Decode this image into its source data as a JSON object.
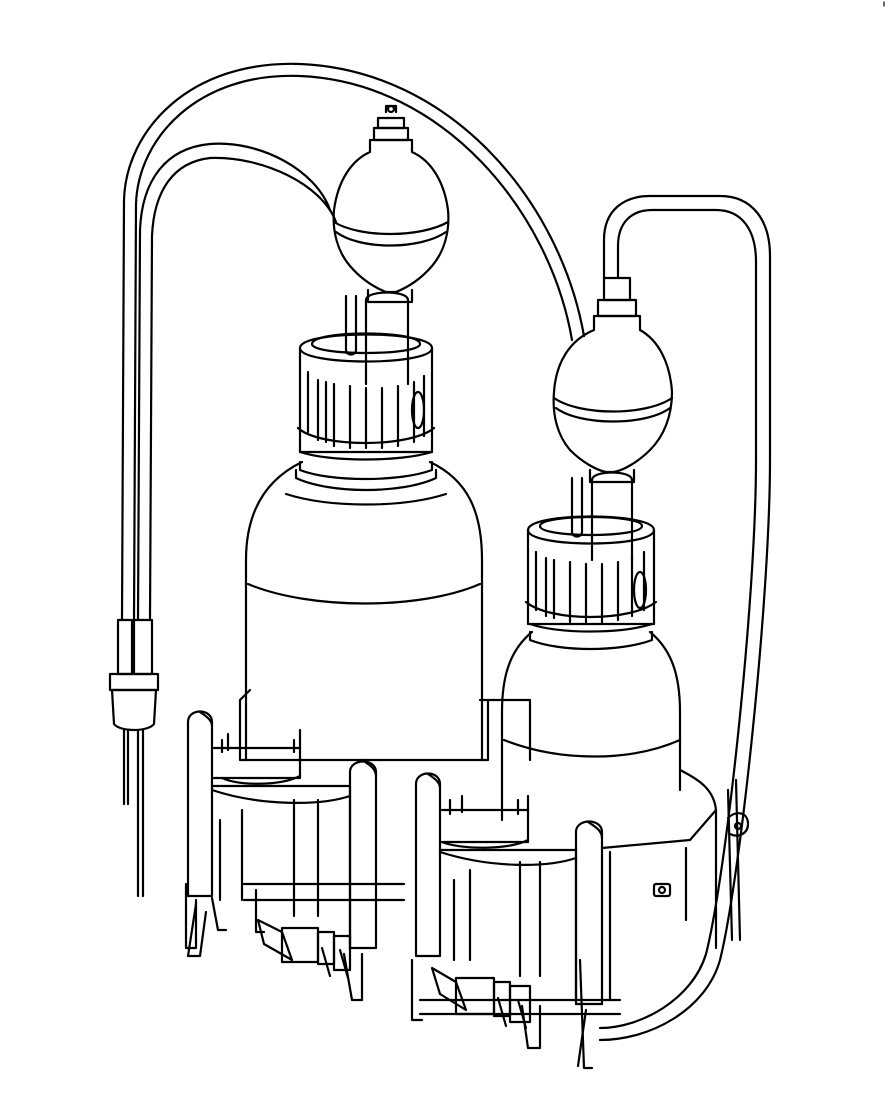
{
  "figure": {
    "kind": "patent-line-drawing",
    "subject": "two-bottle-holder-with-squeeze-bulbs-and-tubing",
    "bottle_count": 2,
    "bulb_count": 2,
    "tube_count": 3
  },
  "colors": {
    "background": "#ffffff",
    "line": "#000000",
    "hatch": "#3a3a3a"
  }
}
